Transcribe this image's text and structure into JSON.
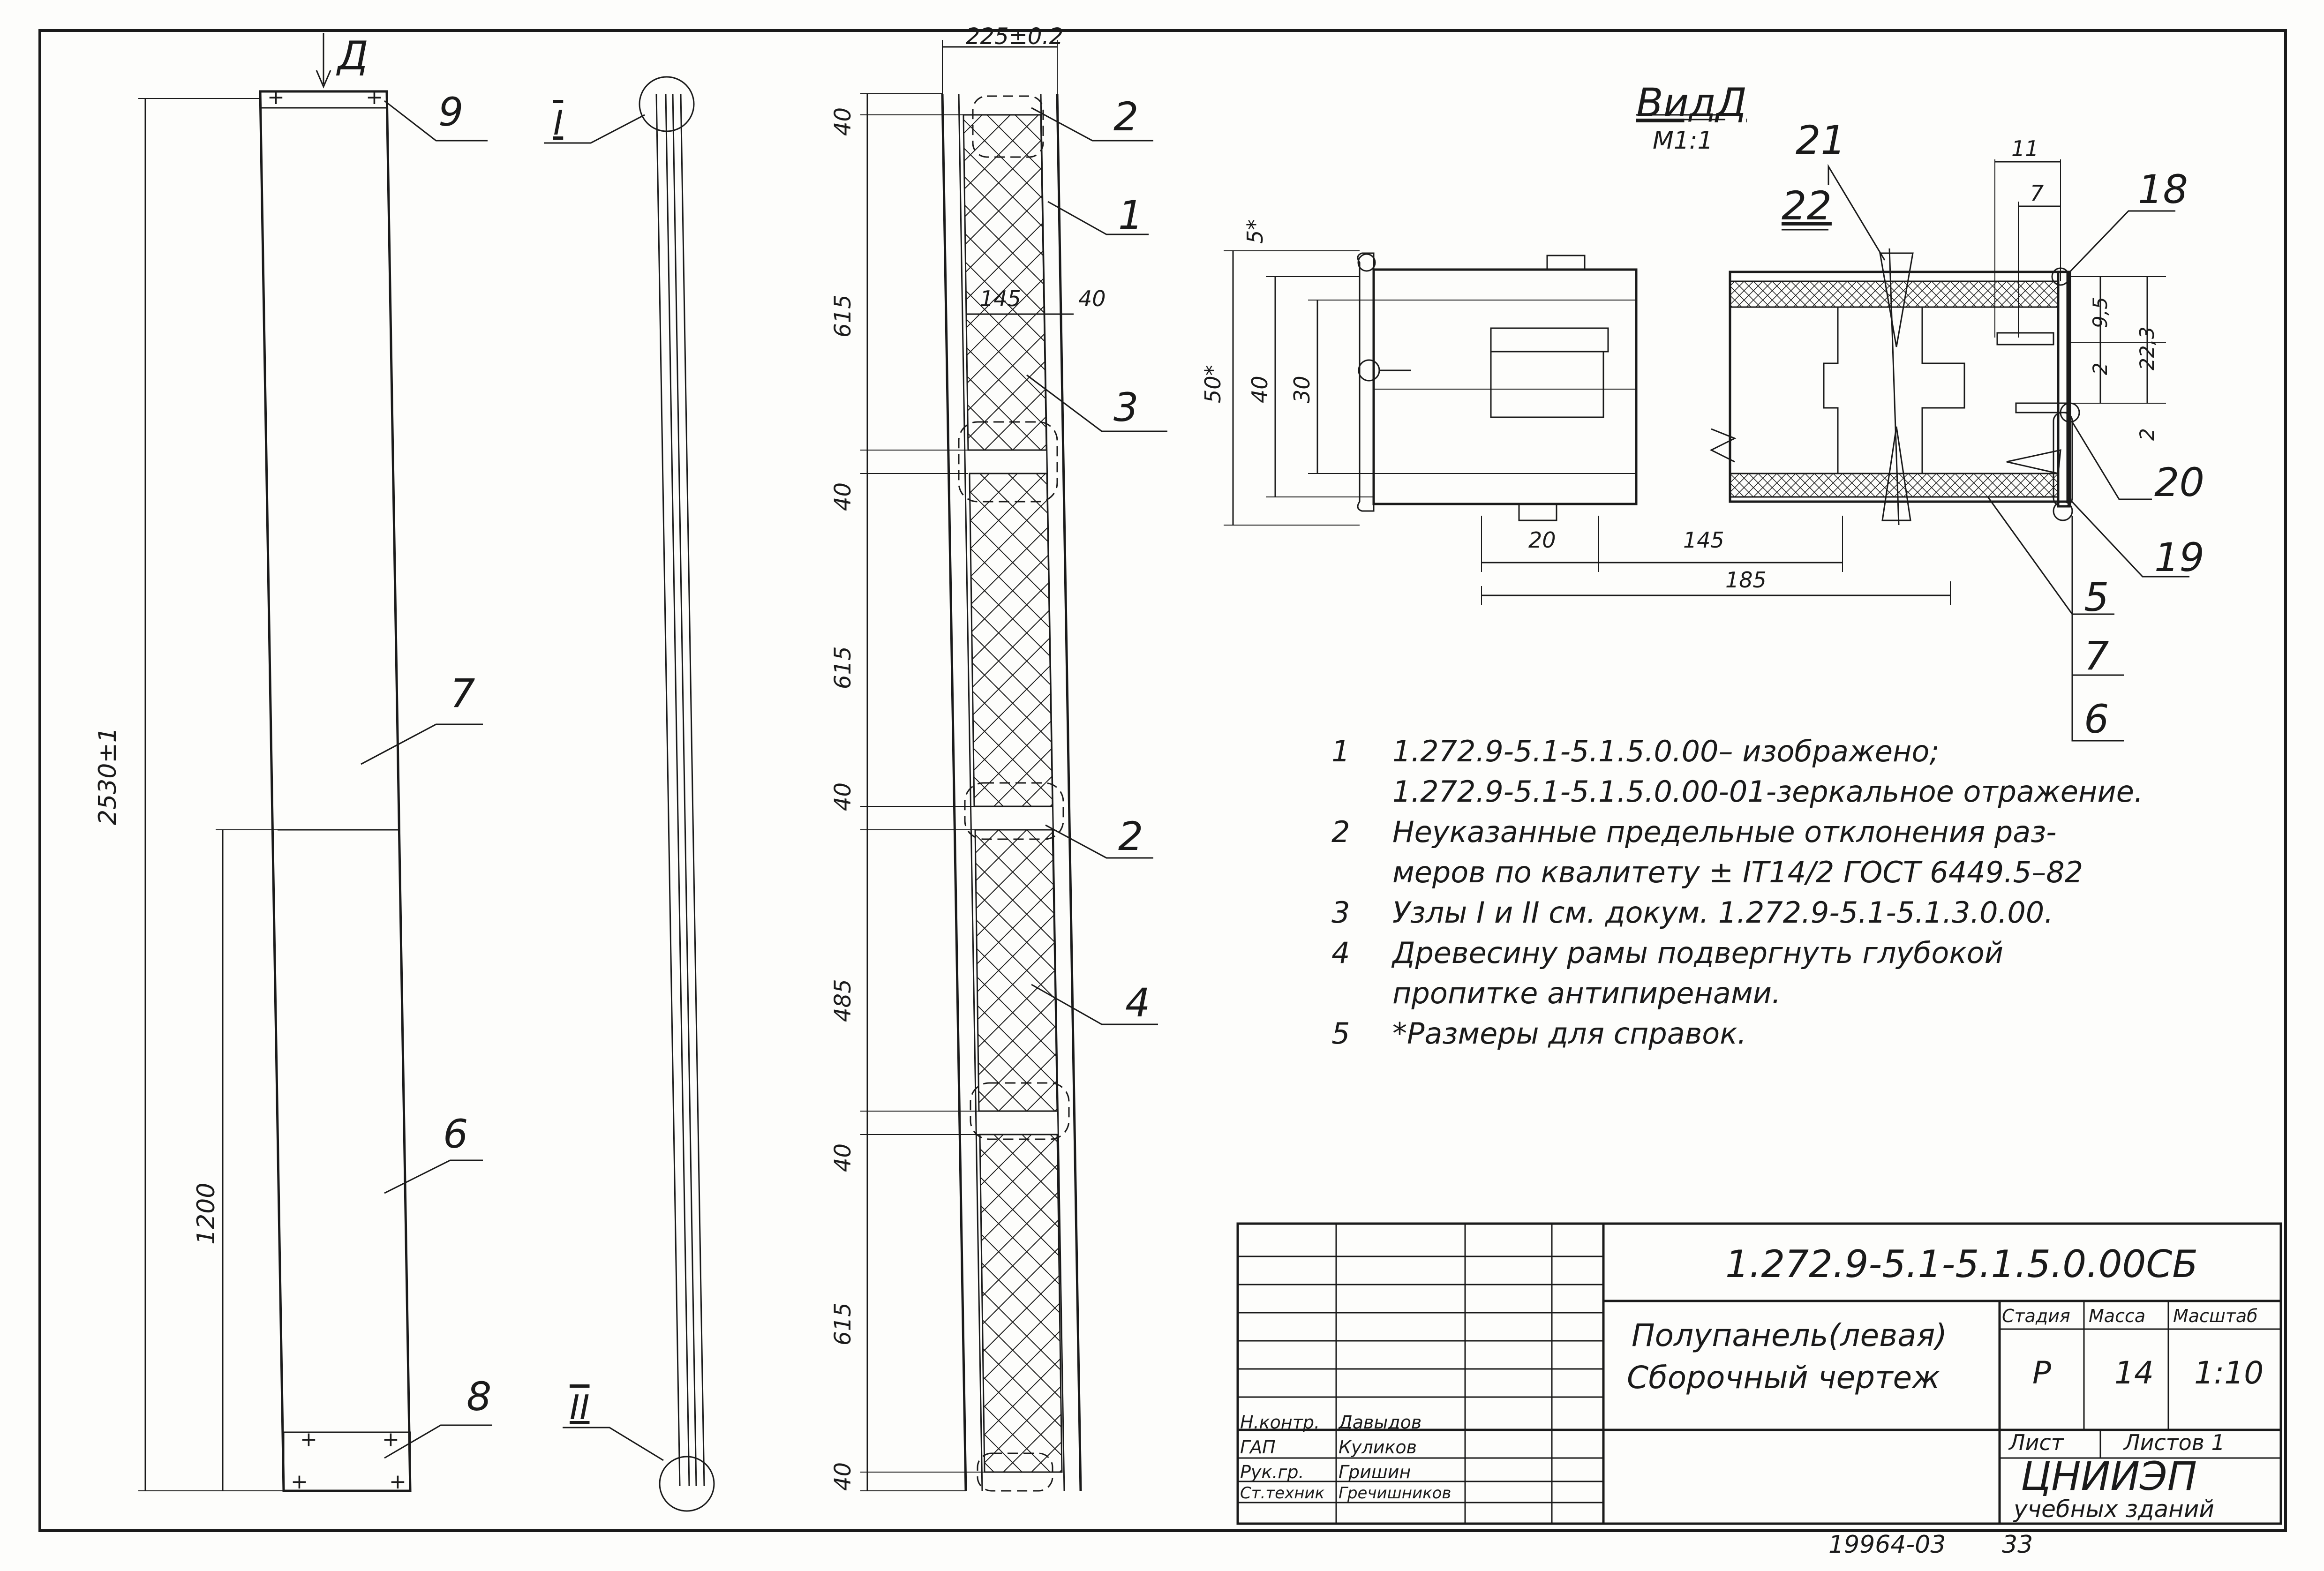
{
  "view_label": "ВидД",
  "view_scale": "М1:1",
  "arrow_label": "Д",
  "top_dim": "225±0.2",
  "overall_dim": "2530±1",
  "partial_dim": "1200",
  "section_dims": [
    "40",
    "615",
    "40",
    "615",
    "40",
    "485",
    "40",
    "615",
    "40"
  ],
  "inner_dims": [
    "145",
    "40"
  ],
  "node_labels": [
    "I",
    "II"
  ],
  "leaders": {
    "left": [
      "9",
      "7",
      "6",
      "8"
    ],
    "mid": [
      "2",
      "1",
      "3",
      "2",
      "4"
    ],
    "detail": [
      "21",
      "22",
      "18",
      "20",
      "19",
      "5",
      "7",
      "6"
    ]
  },
  "detail_dims": [
    "5*",
    "50*",
    "40",
    "30",
    "20",
    "145",
    "185",
    "11",
    "7",
    "9,5",
    "2",
    "22,3",
    "2"
  ],
  "notes": [
    {
      "n": "1",
      "lines": [
        "1.272.9-5.1-5.1.5.0.00– изображено;",
        "1.272.9-5.1-5.1.5.0.00-01-зеркальное отражение."
      ]
    },
    {
      "n": "2",
      "lines": [
        "Неуказанные предельные отклонения раз-",
        "меров по квалитету ± IT14/2 ГОСТ 6449.5–82"
      ]
    },
    {
      "n": "3",
      "lines": [
        "Узлы I и II см. докум. 1.272.9-5.1-5.1.3.0.00."
      ]
    },
    {
      "n": "4",
      "lines": [
        "Древесину рамы подвергнуть глубокой",
        "пропитке антипиренами."
      ]
    },
    {
      "n": "5",
      "lines": [
        "*Размеры для справок."
      ]
    }
  ],
  "title_block": {
    "doc_code": "1.272.9-5.1-5.1.5.0.00СБ",
    "name_line1": "Полупанель(левая)",
    "name_line2": "Сборочный чертеж",
    "stage_label": "Стадия",
    "mass_label": "Масса",
    "scale_label": "Масштаб",
    "stage": "Р",
    "mass": "14",
    "scale": "1:10",
    "sheet_label": "Лист",
    "sheets_label": "Листов 1",
    "org_line1": "ЦНИИЭП",
    "org_line2": "учебных зданий",
    "roles": [
      {
        "role": "Н.контр.",
        "name": "Давыдов"
      },
      {
        "role": "ГАП",
        "name": "Куликов"
      },
      {
        "role": "Рук.гр.",
        "name": "Гришин"
      },
      {
        "role": "Ст.техник",
        "name": "Гречишников"
      }
    ]
  },
  "footer": {
    "code": "19964-03",
    "page": "33"
  }
}
